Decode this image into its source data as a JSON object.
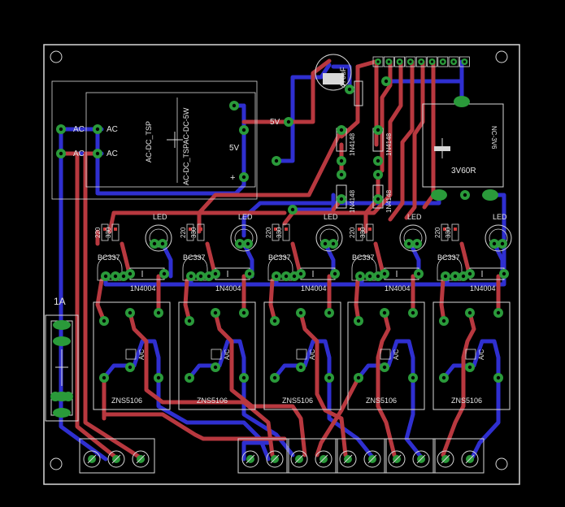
{
  "colors": {
    "background": "#000000",
    "outline": "#d8d8d8",
    "top_trace": "#b8383f",
    "bottom_trace": "#2f2fd0",
    "pad": "#2a9a3a",
    "silk": "#d8d8d8",
    "smd": "#d03a3a"
  },
  "board": {
    "ac_in_labels": [
      "AC",
      "AC"
    ],
    "ac_out_labels": [
      "AC",
      "AC"
    ],
    "psu_name": "AC-DC_TSP",
    "psu_value": "AC-DC_TSPAC-DC-5W",
    "psu_minus": "−",
    "psu_plus": "+",
    "psu_out": "5V",
    "trace_5v": "5V",
    "cap_label": "470uF",
    "fuse_label": "1A",
    "relay_label": "3V60R",
    "relay_value": "NC-3V6",
    "diode_small": "1N4148",
    "channels": [
      {
        "r1": "220",
        "r2": "330",
        "led": "LED",
        "transistor": "BC337",
        "diode": "1N4004",
        "triac": "ZNS5106",
        "triac_pin": "A/C"
      },
      {
        "r1": "220",
        "r2": "330",
        "led": "LED",
        "transistor": "BC337",
        "diode": "1N4004",
        "triac": "ZNS5106",
        "triac_pin": "A/C"
      },
      {
        "r1": "220",
        "r2": "330",
        "led": "LED",
        "transistor": "BC337",
        "diode": "1N4004",
        "triac": "ZNS5106",
        "triac_pin": "A/C"
      },
      {
        "r1": "220",
        "r2": "330",
        "led": "LED",
        "transistor": "BC337",
        "diode": "1N4004",
        "triac": "ZNS5106",
        "triac_pin": "A/C"
      },
      {
        "r1": "220",
        "r2": "330",
        "led": "LED",
        "transistor": "BC337",
        "diode": "1N4004",
        "triac": "ZNS5106",
        "triac_pin": "A/C"
      }
    ]
  }
}
